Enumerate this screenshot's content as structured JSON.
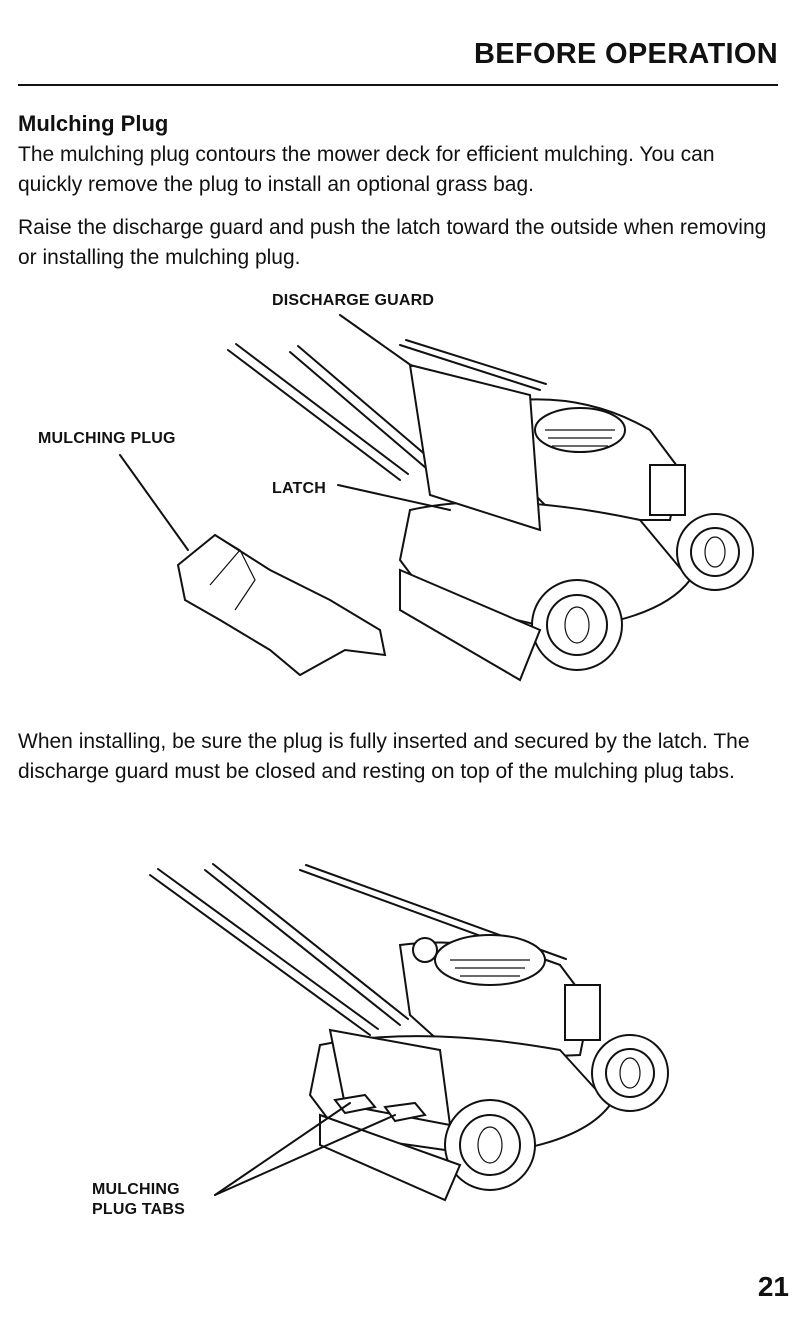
{
  "header": {
    "title": "BEFORE OPERATION"
  },
  "section": {
    "title": "Mulching Plug"
  },
  "paragraphs": {
    "p1": "The mulching plug contours the mower deck for efficient mulching. You can quickly remove the plug to install an optional grass bag.",
    "p2": "Raise the discharge guard and push the latch toward the outside when removing or installing the mulching plug.",
    "p3": "When installing, be sure the plug is fully inserted and secured by the latch. The discharge guard must be closed and resting on top of the mulching plug tabs."
  },
  "figure1": {
    "callouts": {
      "discharge_guard": "DISCHARGE GUARD",
      "mulching_plug": "MULCHING PLUG",
      "latch": "LATCH"
    }
  },
  "figure2": {
    "callouts": {
      "tabs_line1": "MULCHING",
      "tabs_line2": "PLUG TABS"
    }
  },
  "page_number": "21"
}
